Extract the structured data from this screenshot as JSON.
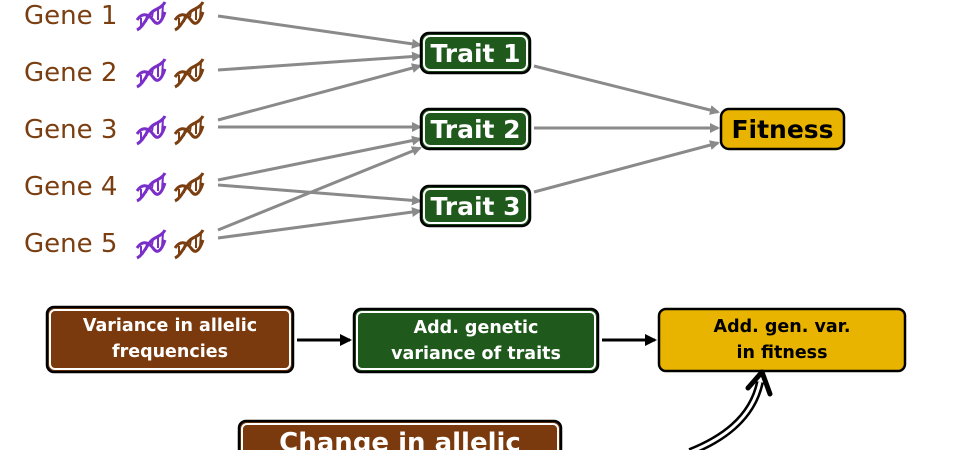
{
  "genes": [
    "Gene 1",
    "Gene 2",
    "Gene 3",
    "Gene 4",
    "Gene 5"
  ],
  "traits": [
    "Trait 1",
    "Trait 2",
    "Trait 3"
  ],
  "fitness": "Fitness",
  "flow": {
    "variance_allelic": [
      "Variance in allelic",
      "frequencies"
    ],
    "add_genetic": [
      "Add. genetic",
      "variance of traits"
    ],
    "add_gen_var": [
      "Add. gen. var.",
      "in fitness"
    ]
  },
  "change_allelic": "Change in allelic",
  "colors": {
    "gene_text": "#7a3e10",
    "trait_green": "#1f5a1c",
    "fitness_gold": "#e8b400",
    "brown_box": "#7a3a0e",
    "dna_purple": "#7a2fc9",
    "dna_brown": "#7a3e10",
    "arrow_gray": "#8a8a8a"
  },
  "icons": [
    "dna-icon-purple",
    "dna-icon-brown"
  ]
}
